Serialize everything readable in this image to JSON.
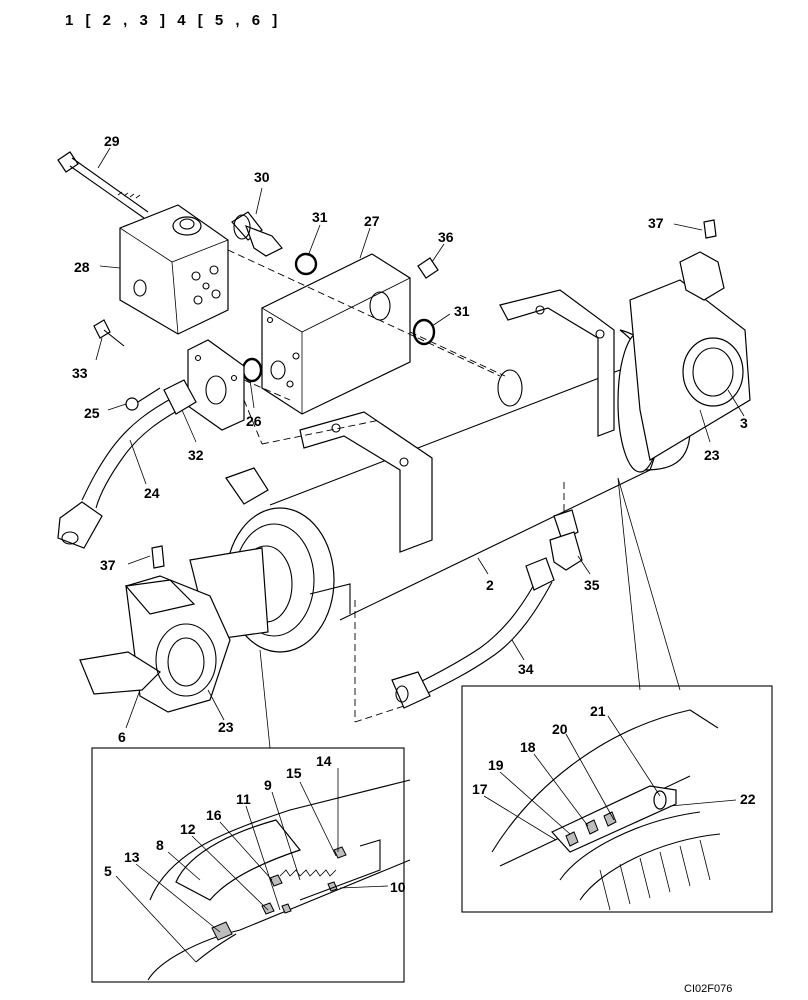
{
  "header": {
    "code": "1 [ 2 , 3 ]   4 [ 5 , 6 ]"
  },
  "footer": {
    "figure_code": "CI02F076"
  },
  "callouts": {
    "c29": "29",
    "c30": "30",
    "c31a": "31",
    "c27": "27",
    "c36": "36",
    "c37a": "37",
    "c28": "28",
    "c31b": "31",
    "c33": "33",
    "c26": "26",
    "c25": "25",
    "c32": "32",
    "c23a": "23",
    "c3": "3",
    "c24": "24",
    "c37b": "37",
    "c2": "2",
    "c35": "35",
    "c34": "34",
    "c6": "6",
    "c23b": "23",
    "c14": "14",
    "c9": "9",
    "c15": "15",
    "c11": "11",
    "c16": "16",
    "c12": "12",
    "c8": "8",
    "c13": "13",
    "c5": "5",
    "c10": "10",
    "c21": "21",
    "c18": "18",
    "c20": "20",
    "c19": "19",
    "c17": "17",
    "c22": "22"
  }
}
